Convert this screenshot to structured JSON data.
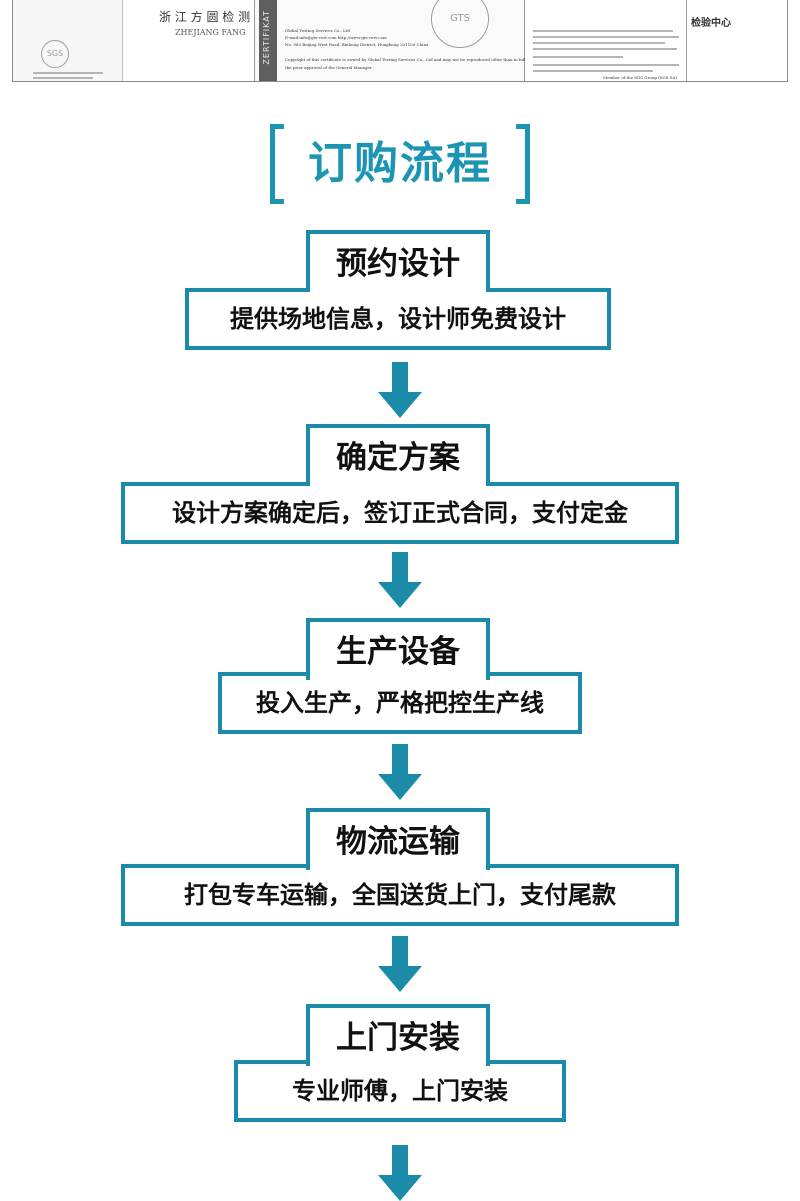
{
  "certificates": {
    "zhejiang_title": "浙 江 方 圆 检 测",
    "zhejiang_sub": "ZHEJIANG  FANG",
    "zertifikat": "ZERTIFIKAT",
    "gts_line1": "Global Testing Services Co., Ltd",
    "gts_line2": "E-mail:info@gts-cert.com   http://www.gts-cert.com",
    "gts_line3": "No. 960 Beijing West Road, Binhong District, Hongkong 201100 China",
    "gts_copyright1": "Copyright of this certificate is owned by Global Testing Services Co., Ltd and may not be reproduced other than in full and with",
    "gts_copyright2": "the prior approval of the General Manager",
    "gts_stamp": "GTS",
    "sgs_member": "Member of the SGS Group (SGS SA)",
    "sgs_stamp": "SGS",
    "right_label": "检验中心"
  },
  "section_title": "订购流程",
  "steps": [
    {
      "title": "预约设计",
      "description": "提供场地信息，设计师免费设计"
    },
    {
      "title": "确定方案",
      "description": "设计方案确定后，签订正式合同，支付定金"
    },
    {
      "title": "生产设备",
      "description": "投入生产，严格把控生产线"
    },
    {
      "title": "物流运输",
      "description": "打包专车运输，全国送货上门，支付尾款"
    },
    {
      "title": "上门安装",
      "description": "专业师傅，上门安装"
    }
  ],
  "colors": {
    "accent": "#1b8ba9",
    "title": "#1c95b3",
    "arrow": "#1b8ba9"
  },
  "icons": {
    "arrow": "down-arrow-icon"
  }
}
